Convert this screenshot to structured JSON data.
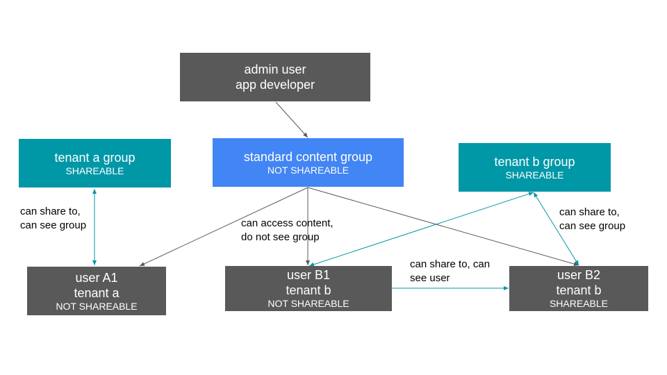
{
  "nodes": {
    "admin": {
      "line1": "admin user",
      "line2": "app developer"
    },
    "standard_group": {
      "line1": "standard content group",
      "sub": "NOT SHAREABLE"
    },
    "tenant_a_group": {
      "line1": "tenant a group",
      "sub": "SHAREABLE"
    },
    "tenant_b_group": {
      "line1": "tenant b group",
      "sub": "SHAREABLE"
    },
    "user_a1": {
      "line1": "user A1",
      "line2": "tenant a",
      "sub": "NOT SHAREABLE"
    },
    "user_b1": {
      "line1": "user B1",
      "line2": "tenant b",
      "sub": "NOT SHAREABLE"
    },
    "user_b2": {
      "line1": "user B2",
      "line2": "tenant b",
      "sub": "SHAREABLE"
    }
  },
  "edge_labels": {
    "tenant_a_share": [
      "can share to,",
      "can see group"
    ],
    "access_content": [
      "can access content,",
      "do not see group"
    ],
    "share_user": [
      "can share to, can",
      "see user"
    ],
    "tenant_b_share": [
      "can share to,",
      "can see group"
    ]
  },
  "colors": {
    "dark_node": "#595959",
    "teal_node": "#0097a7",
    "blue_node": "#4285f4",
    "gray_edge": "#595959",
    "teal_edge": "#0097a7"
  }
}
